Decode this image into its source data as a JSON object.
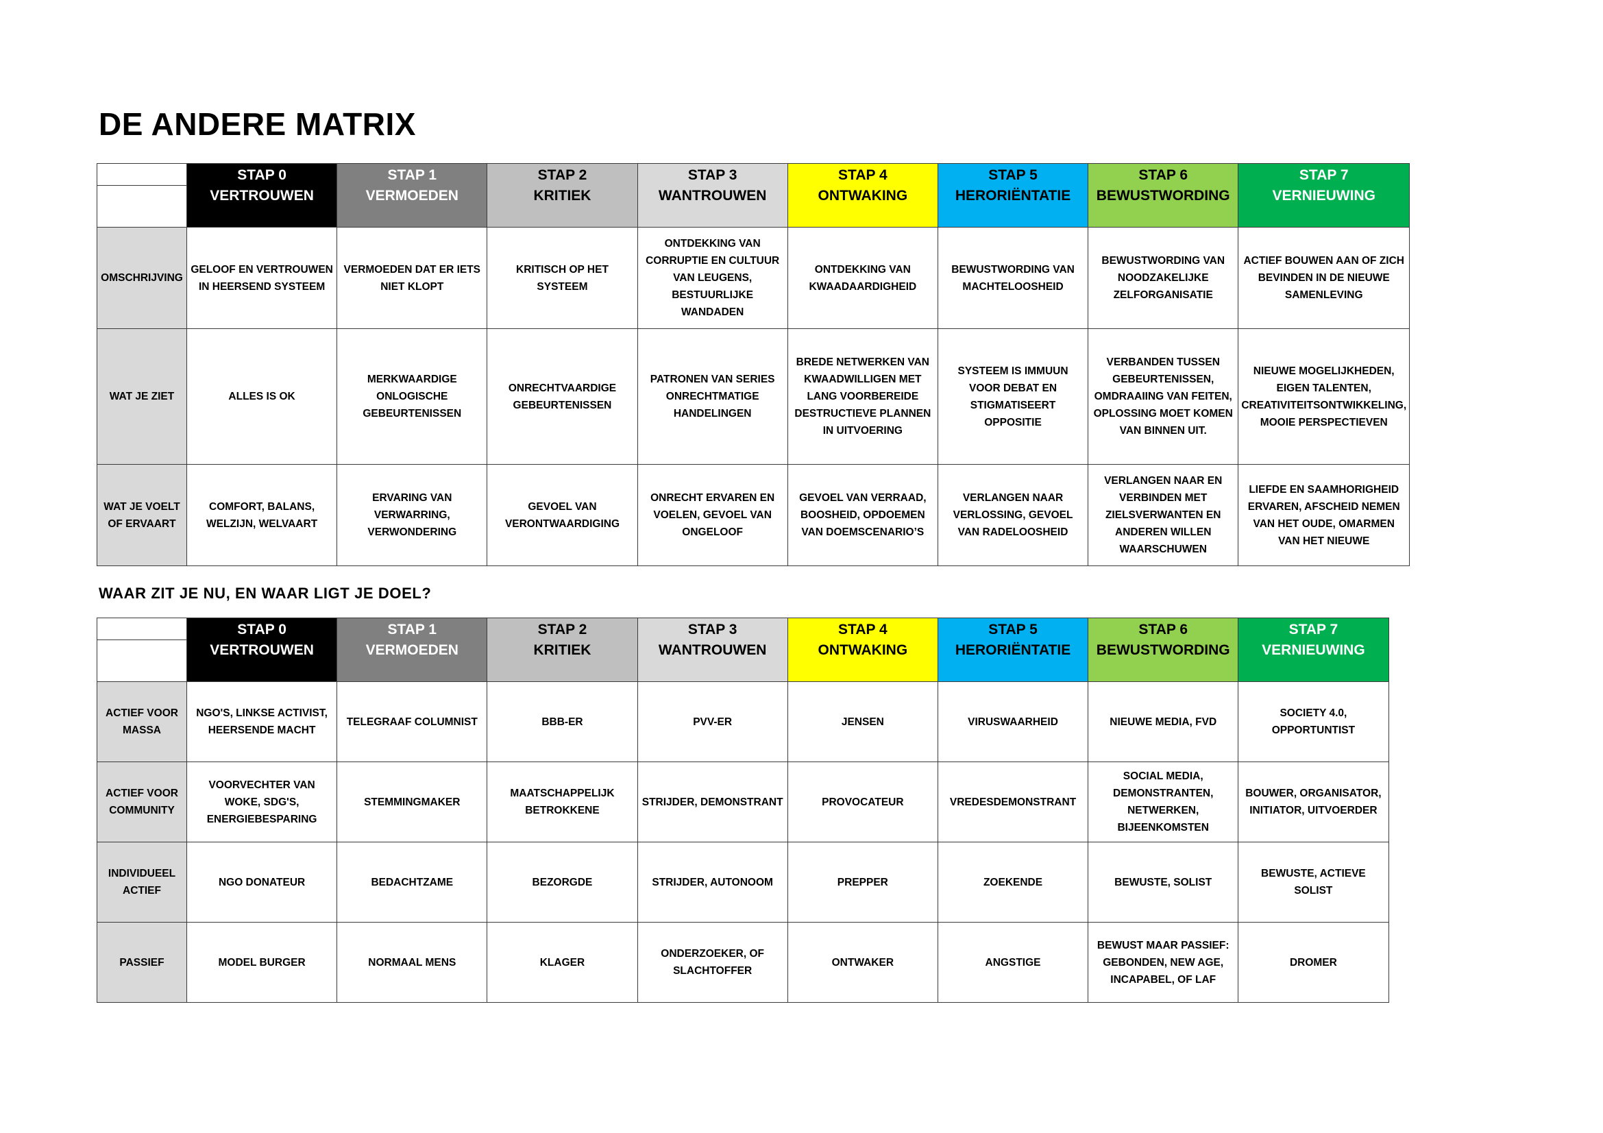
{
  "title": "DE ANDERE MATRIX",
  "subtitle": "WAAR ZIT JE NU, EN WAAR LIGT JE DOEL?",
  "stages": [
    {
      "stap": "STAP 0",
      "name": "VERTROUWEN",
      "color": "#000000",
      "text_color": "#ffffff"
    },
    {
      "stap": "STAP 1",
      "name": "VERMOEDEN",
      "color": "#808080",
      "text_color": "#ffffff"
    },
    {
      "stap": "STAP 2",
      "name": "KRITIEK",
      "color": "#bfbfbf",
      "text_color": "#000000"
    },
    {
      "stap": "STAP 3",
      "name": "WANTROUWEN",
      "color": "#d9d9d9",
      "text_color": "#000000"
    },
    {
      "stap": "STAP 4",
      "name": "ONTWAKING",
      "color": "#ffff00",
      "text_color": "#000000"
    },
    {
      "stap": "STAP 5",
      "name": "HERORIËNTATIE",
      "color": "#00b0f0",
      "text_color": "#000000"
    },
    {
      "stap": "STAP 6",
      "name": "BEWUSTWORDING",
      "color": "#92d050",
      "text_color": "#000000"
    },
    {
      "stap": "STAP 7",
      "name": "VERNIEUWING",
      "color": "#00b050",
      "text_color": "#ffffff"
    }
  ],
  "matrix1": {
    "rows": [
      {
        "label": "OMSCHRIJVING",
        "cells": [
          "GELOOF EN VERTROUWEN IN HEERSEND SYSTEEM",
          "VERMOEDEN DAT ER IETS NIET KLOPT",
          "KRITISCH OP HET SYSTEEM",
          "ONTDEKKING VAN CORRUPTIE EN CULTUUR VAN LEUGENS, BESTUURLIJKE WANDADEN",
          "ONTDEKKING VAN KWAADAARDIGHEID",
          "BEWUSTWORDING VAN MACHTELOOSHEID",
          "BEWUSTWORDING VAN NOODZAKELIJKE ZELFORGANISATIE",
          "ACTIEF BOUWEN AAN OF ZICH BEVINDEN IN DE NIEUWE SAMENLEVING"
        ]
      },
      {
        "label": "WAT JE ZIET",
        "cells": [
          "ALLES IS OK",
          "MERKWAARDIGE ONLOGISCHE GEBEURTENISSEN",
          "ONRECHTVAARDIGE GEBEURTENISSEN",
          "PATRONEN VAN SERIES ONRECHTMATIGE HANDELINGEN",
          "BREDE NETWERKEN VAN KWAADWILLIGEN MET LANG VOORBEREIDE DESTRUCTIEVE PLANNEN IN UITVOERING",
          "SYSTEEM IS IMMUUN VOOR DEBAT EN STIGMATISEERT OPPOSITIE",
          "VERBANDEN TUSSEN GEBEURTENISSEN, OMDRAAIING VAN FEITEN, OPLOSSING MOET KOMEN VAN BINNEN UIT.",
          "NIEUWE MOGELIJKHEDEN, EIGEN TALENTEN, CREATIVITEITSONTWIKKELING, MOOIE PERSPECTIEVEN"
        ]
      },
      {
        "label": "WAT JE VOELT OF ERVAART",
        "cells": [
          "COMFORT, BALANS, WELZIJN, WELVAART",
          "ERVARING VAN VERWARRING, VERWONDERING",
          "GEVOEL VAN VERONTWAARDIGING",
          "ONRECHT ERVAREN EN VOELEN, GEVOEL VAN ONGELOOF",
          "GEVOEL VAN VERRAAD, BOOSHEID, OPDOEMEN VAN DOEMSCENARIO’S",
          "VERLANGEN NAAR VERLOSSING, GEVOEL VAN RADELOOSHEID",
          "VERLANGEN NAAR EN VERBINDEN MET ZIELSVERWANTEN EN ANDEREN WILLEN WAARSCHUWEN",
          "LIEFDE EN SAAMHORIGHEID ERVAREN, AFSCHEID NEMEN VAN HET OUDE, OMARMEN VAN HET NIEUWE"
        ]
      }
    ]
  },
  "matrix2": {
    "rows": [
      {
        "label": "ACTIEF VOOR MASSA",
        "cells": [
          "NGO'S, LINKSE ACTIVIST, HEERSENDE MACHT",
          "TELEGRAAF COLUMNIST",
          "BBB-ER",
          "PVV-ER",
          "JENSEN",
          "VIRUSWAARHEID",
          "NIEUWE MEDIA, FVD",
          "SOCIETY 4.0, OPPORTUNTIST"
        ]
      },
      {
        "label": "ACTIEF VOOR COMMUNITY",
        "cells": [
          "VOORVECHTER VAN WOKE, SDG'S, ENERGIEBESPARING",
          "STEMMINGMAKER",
          "MAATSCHAPPELIJK BETROKKENE",
          "STRIJDER, DEMONSTRANT",
          "PROVOCATEUR",
          "VREDESDEMONSTRANT",
          "SOCIAL MEDIA, DEMONSTRANTEN, NETWERKEN, BIJEENKOMSTEN",
          "BOUWER, ORGANISATOR, INITIATOR, UITVOERDER"
        ]
      },
      {
        "label": "INDIVIDUEEL ACTIEF",
        "cells": [
          "NGO DONATEUR",
          "BEDACHTZAME",
          "BEZORGDE",
          "STRIJDER, AUTONOOM",
          "PREPPER",
          "ZOEKENDE",
          "BEWUSTE, SOLIST",
          "BEWUSTE, ACTIEVE SOLIST"
        ]
      },
      {
        "label": "PASSIEF",
        "cells": [
          "MODEL BURGER",
          "NORMAAL MENS",
          "KLAGER",
          "ONDERZOEKER, OF SLACHTOFFER",
          "ONTWAKER",
          "ANGSTIGE",
          "BEWUST MAAR PASSIEF: GEBONDEN, NEW AGE, INCAPABEL, OF LAF",
          "DROMER"
        ]
      }
    ]
  }
}
